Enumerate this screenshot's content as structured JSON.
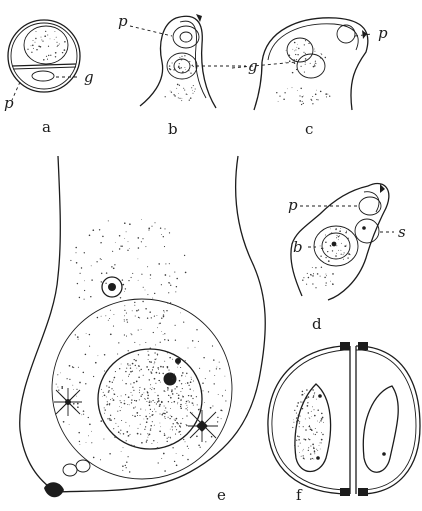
{
  "panels": {
    "a": {
      "caption": "a",
      "labels": {
        "g": "g",
        "p": "p"
      }
    },
    "b": {
      "caption": "b",
      "labels": {
        "p": "p",
        "g": "g"
      }
    },
    "c": {
      "caption": "c",
      "labels": {
        "p": "p"
      }
    },
    "d": {
      "caption": "d",
      "labels": {
        "p": "p",
        "b": "b",
        "s": "s"
      }
    },
    "e": {
      "caption": "e"
    },
    "f": {
      "caption": "f"
    }
  }
}
